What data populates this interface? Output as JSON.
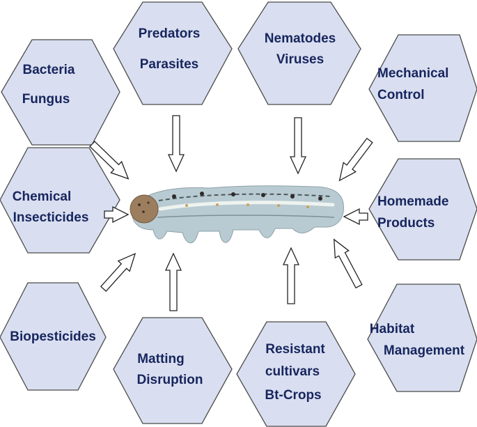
{
  "nodes": {
    "bacteria": [
      "Bacteria",
      "Fungus"
    ],
    "predators": [
      "Predators",
      "Parasites"
    ],
    "nematodes": [
      "Nematodes",
      "Viruses"
    ],
    "mechanical": [
      "Mechanical",
      "Control"
    ],
    "chemical": [
      "Chemical",
      "Insecticides"
    ],
    "homemade": [
      "Homemade",
      "Products"
    ],
    "biopesticides": [
      "Biopesticides"
    ],
    "matting": [
      "Matting",
      "Disruption"
    ],
    "resistant": [
      "Resistant",
      "cultivars",
      "Bt-Crops"
    ],
    "habitat": [
      "Habitat",
      "Management"
    ]
  },
  "colors": {
    "hex_fill": "#d9dff0",
    "hex_stroke": "#4a4a4a",
    "label_text": "#17255e",
    "caterpillar_body": "#b9cbd2"
  },
  "center_image": "caterpillar"
}
